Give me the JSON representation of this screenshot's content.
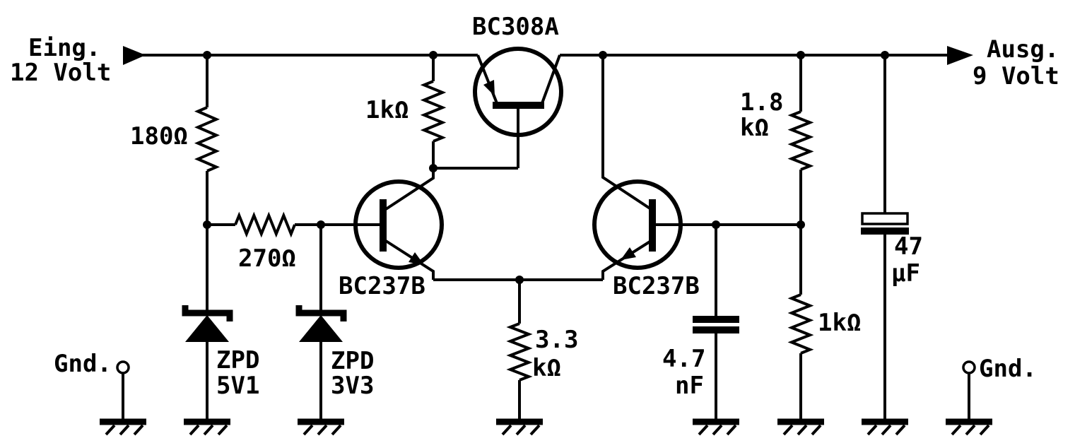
{
  "colors": {
    "ink": "#000000",
    "background": "#ffffff"
  },
  "terminals": {
    "input": {
      "name": "Eing.",
      "voltage": "12 Volt"
    },
    "output": {
      "name": "Ausg.",
      "voltage": "9 Volt"
    },
    "ground_left": "Gnd.",
    "ground_right": "Gnd."
  },
  "labels": {
    "eing": "Eing.",
    "volt_in": "12 Volt",
    "ausg": "Ausg.",
    "volt_out": "9 Volt",
    "gnd_left": "Gnd.",
    "gnd_right": "Gnd.",
    "r180": "180Ω",
    "r270": "270Ω",
    "r1k_left": "1kΩ",
    "r1k8_val": "1.8",
    "r1k8_unit": "kΩ",
    "r3k3_val": "3.3",
    "r3k3_unit": "kΩ",
    "r1k_right": "1kΩ",
    "c4n7_val": "4.7",
    "c4n7_unit": "nF",
    "c47u_val": "47",
    "c47u_unit": "µF",
    "q1": "BC308A",
    "q2": "BC237B",
    "q3": "BC237B",
    "z1_name": "ZPD",
    "z1_val": "5V1",
    "z2_name": "ZPD",
    "z2_val": "3V3"
  },
  "components": [
    {
      "type": "resistor",
      "value": "180Ω"
    },
    {
      "type": "resistor",
      "value": "270Ω"
    },
    {
      "type": "resistor",
      "value": "1kΩ"
    },
    {
      "type": "resistor",
      "value": "1.8 kΩ"
    },
    {
      "type": "resistor",
      "value": "3.3 kΩ"
    },
    {
      "type": "resistor",
      "value": "1kΩ"
    },
    {
      "type": "capacitor",
      "value": "4.7 nF"
    },
    {
      "type": "capacitor-electrolytic",
      "value": "47 µF"
    },
    {
      "type": "zener-diode",
      "value": "ZPD 5V1"
    },
    {
      "type": "zener-diode",
      "value": "ZPD 3V3"
    },
    {
      "type": "transistor-pnp",
      "value": "BC308A"
    },
    {
      "type": "transistor-npn",
      "value": "BC237B"
    },
    {
      "type": "transistor-npn",
      "value": "BC237B"
    }
  ]
}
